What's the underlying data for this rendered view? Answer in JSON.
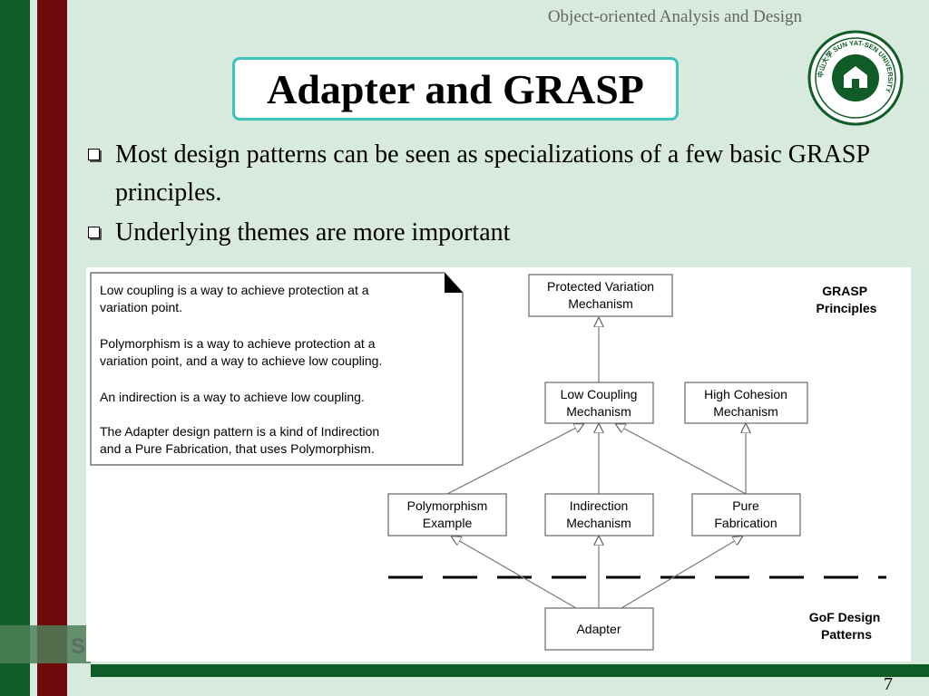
{
  "header": {
    "course": "Object-oriented Analysis and Design"
  },
  "slide": {
    "title": "Adapter and GRASP",
    "page_number": "7"
  },
  "logo": {
    "text": "中山大学 SUN YAT-SEN UNIVERSITY"
  },
  "bullets": [
    "Most design patterns can be seen as specializations of a few basic GRASP principles.",
    "Underlying themes are more important"
  ],
  "bottom_letter": "S",
  "diagram": {
    "note": [
      "Low coupling is a way to achieve protection at a",
      "variation point.",
      "",
      "Polymorphism is a way to achieve protection at a",
      "variation point, and a way to achieve low coupling.",
      "",
      "An indirection is a way to achieve low coupling.",
      "",
      "The Adapter design pattern is a kind of Indirection",
      "and a Pure Fabrication, that uses Polymorphism."
    ],
    "grasp_label": [
      "GRASP",
      "Principles"
    ],
    "gof_label": [
      "GoF Design",
      "Patterns"
    ],
    "nodes": {
      "protected_variation": [
        "Protected Variation",
        "Mechanism"
      ],
      "low_coupling": [
        "Low Coupling",
        "Mechanism"
      ],
      "high_cohesion": [
        "High Cohesion",
        "Mechanism"
      ],
      "polymorphism": [
        "Polymorphism",
        "Example"
      ],
      "indirection": [
        "Indirection",
        "Mechanism"
      ],
      "pure_fabrication": [
        "Pure",
        "Fabrication"
      ],
      "adapter": [
        "Adapter"
      ]
    }
  },
  "colors": {
    "accent_border": "#3ec2bd",
    "green": "#0f5c26",
    "red": "#6e0a0a"
  }
}
